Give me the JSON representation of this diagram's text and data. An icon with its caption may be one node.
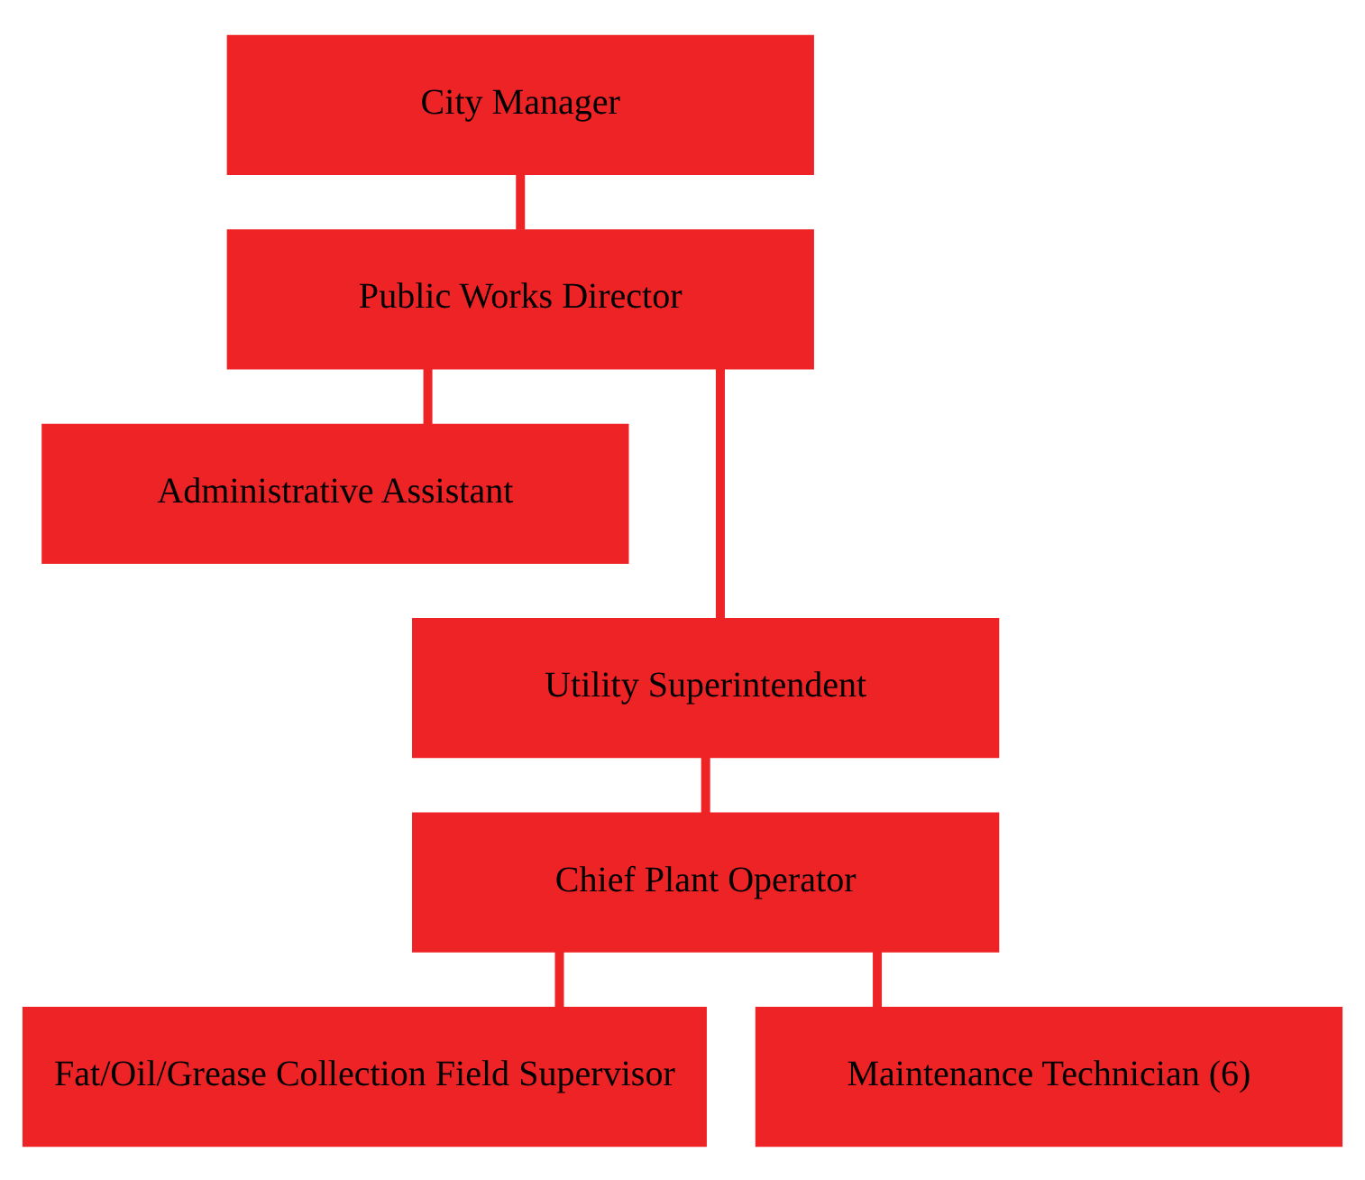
{
  "diagram": {
    "nodes": [
      {
        "text": [
          "City Manager"
        ]
      },
      {
        "text": [
          "Public Works Director"
        ]
      },
      {
        "text": [
          "Administrative Assistant"
        ]
      },
      {
        "text": [
          "Utility Superintendent"
        ]
      },
      {
        "text": [
          "Chief Plant Operator"
        ]
      },
      {
        "text": [
          "Fat/Oil/Grease Collection Field Supervisor"
        ]
      },
      {
        "text": [
          "Maintenance Technician (6)"
        ]
      }
    ],
    "edges": [
      {
        "from": 0,
        "to": 1,
        "arrow": "none"
      },
      {
        "from": 1,
        "to": 2,
        "arrow": "none"
      },
      {
        "from": 1,
        "to": 3,
        "arrow": "none"
      },
      {
        "from": 3,
        "to": 4,
        "arrow": "none"
      },
      {
        "from": 4,
        "to": 5,
        "arrow": "none"
      },
      {
        "from": 4,
        "to": 6,
        "arrow": "none"
      }
    ]
  }
}
